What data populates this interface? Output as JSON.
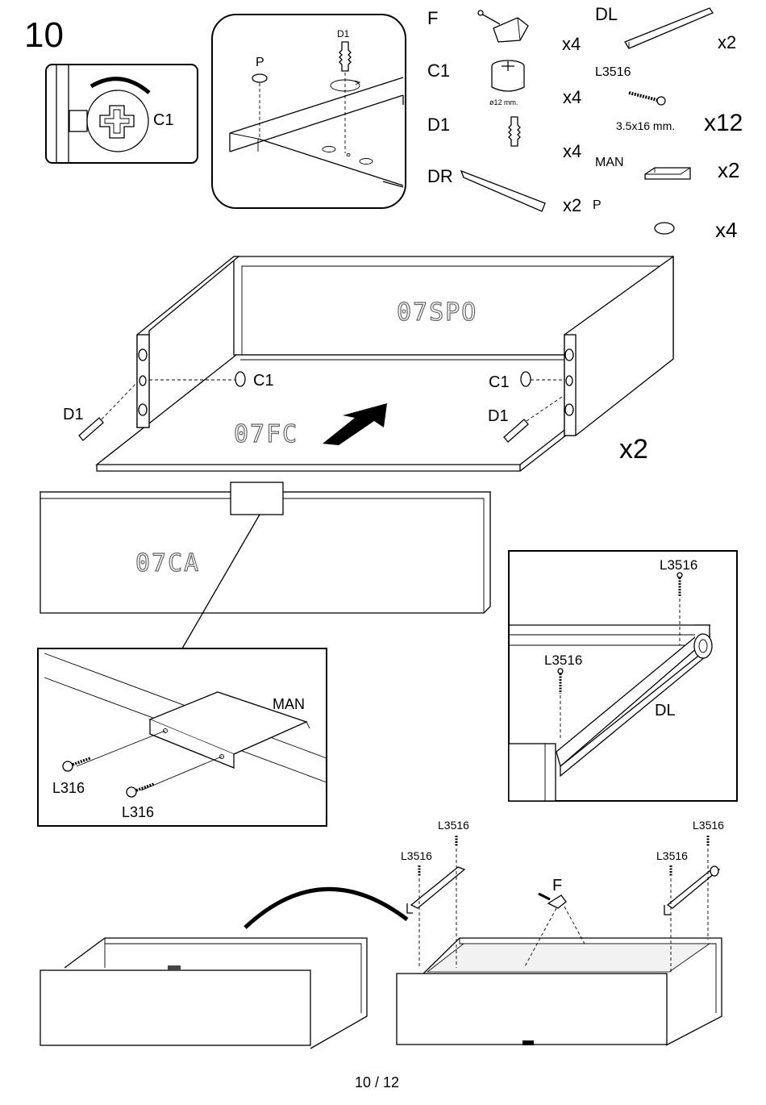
{
  "step": {
    "number": "10"
  },
  "parts": {
    "F": {
      "label": "F",
      "qty": "x4"
    },
    "DL": {
      "label": "DL",
      "qty": "x2"
    },
    "C1": {
      "label": "C1",
      "qty": "x4",
      "note": "ø12 mm."
    },
    "L3516": {
      "label": "L3516",
      "qty": "x12",
      "note": "3.5x16 mm."
    },
    "D1": {
      "label": "D1",
      "qty": "x4"
    },
    "MAN": {
      "label": "MAN",
      "qty": "x2"
    },
    "DR": {
      "label": "DR",
      "qty": "x2"
    },
    "P": {
      "label": "P",
      "qty": "x4"
    }
  },
  "detail_c1": {
    "label": "C1"
  },
  "detail_pin": {
    "label_p": "P",
    "label_d1": "D1"
  },
  "main_assembly": {
    "back_panel": "07SPO",
    "bottom_panel": "07FC",
    "label_c1_left": "C1",
    "label_c1_right": "C1",
    "label_d1_left": "D1",
    "label_d1_right": "D1",
    "multiplier": "x2"
  },
  "front_panel": {
    "code": "07CA"
  },
  "handle_detail": {
    "label_man": "MAN",
    "screw_1": "L316",
    "screw_2": "L316"
  },
  "rail_detail": {
    "screw_top": "L3516",
    "screw_mid": "L3516",
    "rail": "DL"
  },
  "bottom_assembly": {
    "screw_1": "L3516",
    "screw_2": "L3516",
    "screw_3": "L3516",
    "screw_4": "L3516",
    "fitting": "F"
  },
  "footer": {
    "page": "10 / 12"
  }
}
